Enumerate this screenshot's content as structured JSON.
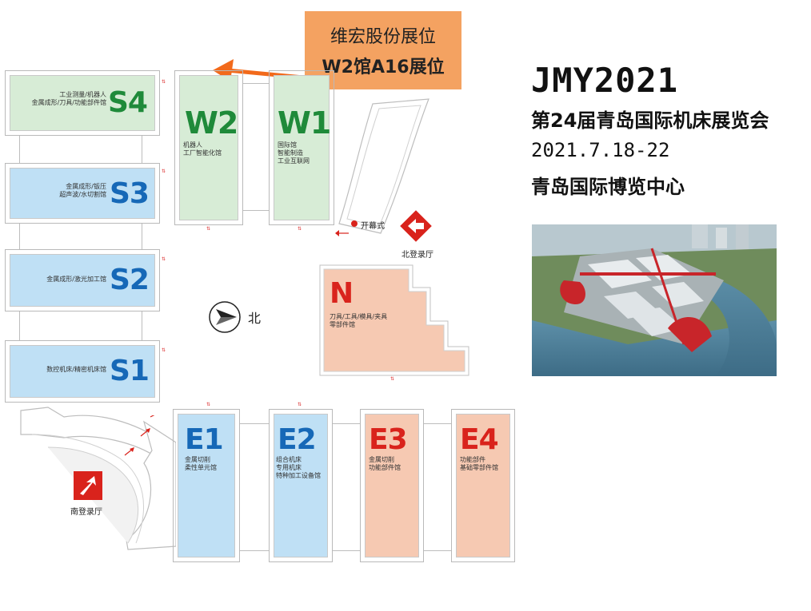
{
  "callout": {
    "line1": "维宏股份展位",
    "line2": "W2馆A16展位",
    "bg": "#f4a261"
  },
  "halls": {
    "S4": {
      "code": "S4",
      "desc": "工业测量/机器人\n金属成形/刀具/功能部件馆"
    },
    "S3": {
      "code": "S3",
      "desc": "金属成形/钣压\n超声波/水切割馆"
    },
    "S2": {
      "code": "S2",
      "desc": "金属成形/激光加工馆"
    },
    "S1": {
      "code": "S1",
      "desc": "数控机床/精密机床馆"
    },
    "W2": {
      "code": "W2",
      "desc": "机器人\n工厂智能化馆"
    },
    "W1": {
      "code": "W1",
      "desc": "国际馆\n智能制造\n工业互联网"
    },
    "N": {
      "code": "N",
      "desc": "刀具/工具/模具/夹具\n零部件馆"
    },
    "E1": {
      "code": "E1",
      "desc": "金属切削\n柔性单元馆"
    },
    "E2": {
      "code": "E2",
      "desc": "组合机床\n专用机床\n特种加工设备馆"
    },
    "E3": {
      "code": "E3",
      "desc": "金属切削\n功能部件馆"
    },
    "E4": {
      "code": "E4",
      "desc": "功能部件\n基础零部件馆"
    }
  },
  "labels": {
    "opening": "开幕式",
    "north_hall": "北登录厅",
    "south_hall": "南登录厅",
    "north": "北",
    "door_mark": "⇅"
  },
  "event": {
    "name": "JMY2021",
    "title": "第24届青岛国际机床展览会",
    "date": "2021.7.18-22",
    "venue": "青岛国际博览中心"
  },
  "colors": {
    "green_text": "#1f8a3a",
    "blue_text": "#1668b7",
    "red_text": "#d9231c",
    "green_fill": "#d7ecd6",
    "blue_fill": "#bfe0f5",
    "salmon_fill": "#f6c9b2",
    "entrance_red": "#d9231c"
  },
  "icons": [
    "arrow-callout-icon",
    "north-compass-icon",
    "entrance-arrow-icon",
    "aerial-photo"
  ]
}
